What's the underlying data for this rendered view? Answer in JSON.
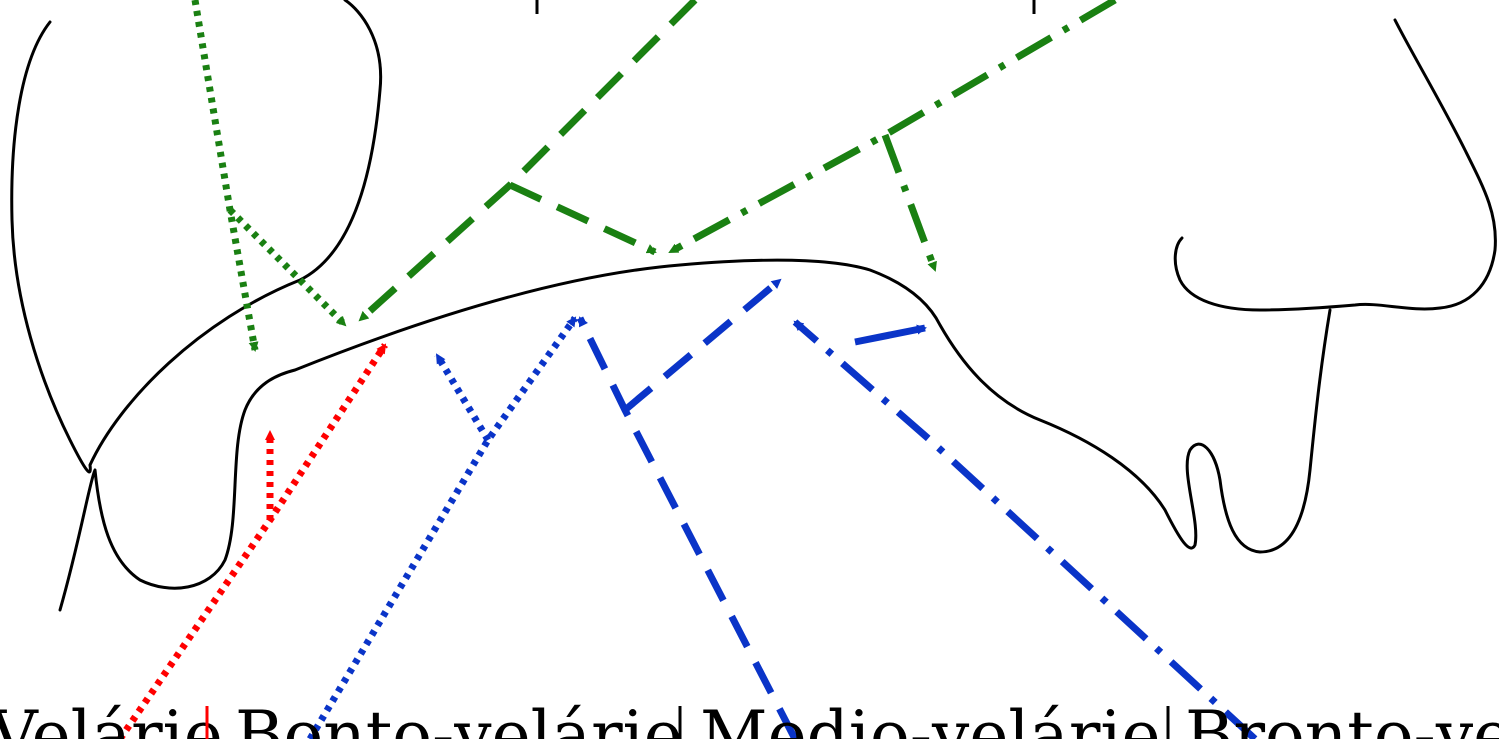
{
  "diagram": {
    "subject": "Sagittal outline of the vocal tract (tongue, palate, lips) with articulation arrows",
    "colors": {
      "outline": "#000000",
      "passive_articulators": "#1a8012",
      "red_articulator": "#ff0000",
      "blue_articulators": "#0a34c8"
    },
    "top_labels": [
      "",
      "",
      ""
    ],
    "bottom_labels": [
      "Velárie",
      "Bonto-velárie",
      "Medio-velárie",
      "Bronto-velárie"
    ],
    "line_styles": [
      "dotted",
      "dashed",
      "dash-dot",
      "solid"
    ]
  }
}
